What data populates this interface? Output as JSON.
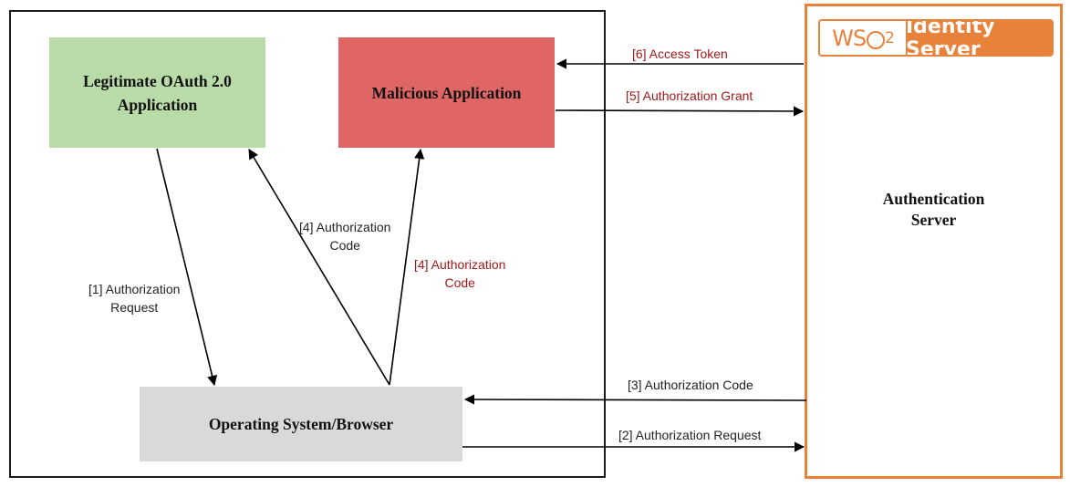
{
  "nodes": {
    "legitimate_app": "Legitimate OAuth 2.0\nApplication",
    "malicious_app": "Malicious Application",
    "os_browser": "Operating System/Browser",
    "auth_server": "Authentication\nServer"
  },
  "logo": {
    "brand": "WSO2",
    "product": "Identity Server"
  },
  "edges": {
    "access_token": "[6] Access Token",
    "authorization_grant": "[5] Authorization Grant",
    "auth_code_to_browser": "[3] Authorization Code",
    "auth_request_to_server": "[2] Authorization Request",
    "auth_request_from_app": "[1] Authorization\nRequest",
    "auth_code_to_legit": "[4] Authorization\nCode",
    "auth_code_to_malicious": "[4] Authorization\nCode"
  },
  "colors": {
    "legitimate": "#b8dba8",
    "malicious": "#e06666",
    "browser": "#d9d9d9",
    "wso2_orange": "#e8823a",
    "red_label": "#a11a1a"
  }
}
